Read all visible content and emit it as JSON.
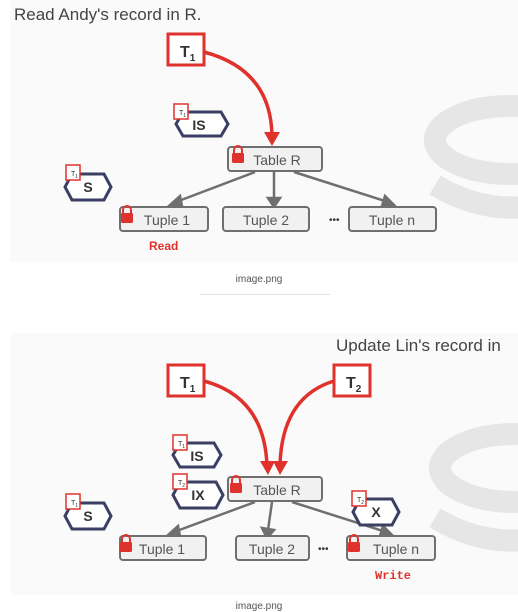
{
  "slide1": {
    "title": "Read Andy's record in R.",
    "txn": {
      "label": "T",
      "sub": "1"
    },
    "table_label": "Table R",
    "tuples": [
      "Tuple 1",
      "Tuple 2",
      "Tuple n"
    ],
    "ellipsis": "•••",
    "locks": [
      {
        "mode": "IS",
        "owner": "T",
        "owner_sub": "1"
      },
      {
        "mode": "S",
        "owner": "T",
        "owner_sub": "1"
      }
    ],
    "action": "Read",
    "action_color": "#e0322d"
  },
  "caption1": "image.png",
  "slide2": {
    "title": "Update Lin's record in",
    "txns": [
      {
        "label": "T",
        "sub": "1"
      },
      {
        "label": "T",
        "sub": "2"
      }
    ],
    "table_label": "Table R",
    "tuples": [
      "Tuple 1",
      "Tuple 2",
      "Tuple n"
    ],
    "ellipsis": "•••",
    "locks": [
      {
        "mode": "IS",
        "owner": "T",
        "owner_sub": "1"
      },
      {
        "mode": "IX",
        "owner": "T",
        "owner_sub": "2"
      },
      {
        "mode": "S",
        "owner": "T",
        "owner_sub": "1"
      },
      {
        "mode": "X",
        "owner": "T",
        "owner_sub": "2"
      }
    ],
    "action": "Write",
    "action_color": "#e0322d"
  },
  "caption2": "image.png",
  "colors": {
    "accent_red": "#e0322d",
    "lock_navy": "#3a3f63",
    "box_border": "#6f6f6f",
    "box_fill": "#f1f1f1"
  }
}
